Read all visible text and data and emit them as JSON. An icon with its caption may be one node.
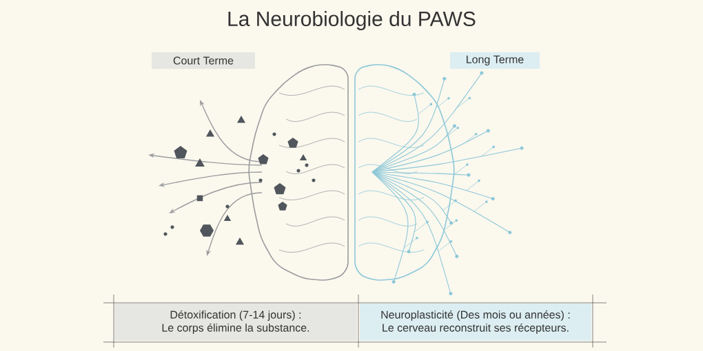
{
  "diagram": {
    "title": "La Neurobiologie du PAWS",
    "nodes": [
      {
        "text": [
          "Court Terme"
        ]
      },
      {
        "text": [
          "Long Terme"
        ]
      },
      {
        "text": [
          "Détoxification (7-14 jours) :",
          "Le corps élimine la substance."
        ]
      },
      {
        "text": [
          "Neuroplasticité (Des mois ou années) :",
          "Le cerveau reconstruit ses récepteurs."
        ]
      }
    ]
  }
}
